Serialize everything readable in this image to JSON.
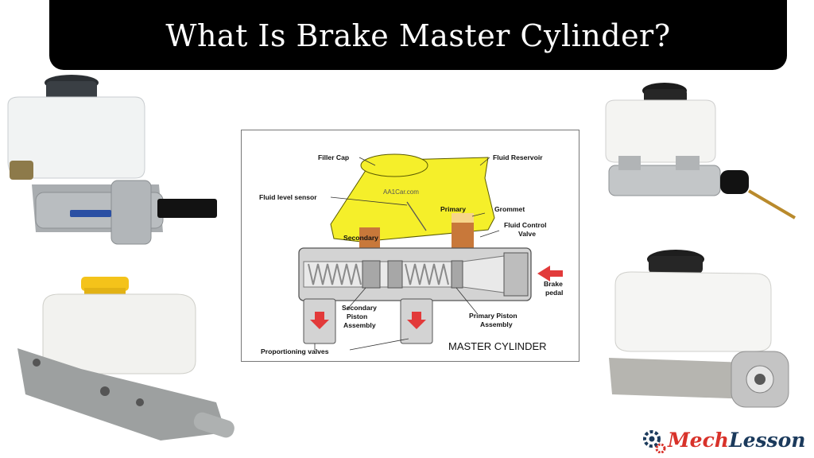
{
  "title": "What Is Brake Master Cylinder?",
  "diagram": {
    "labels": {
      "filler_cap": "Filler Cap",
      "fluid_reservoir": "Fluid Reservoir",
      "watermark": "AA1Car.com",
      "fluid_level_sensor": "Fluid level sensor",
      "primary": "Primary",
      "grommet": "Grommet",
      "fluid_control_valve_1": "Fluid Control",
      "fluid_control_valve_2": "Valve",
      "secondary": "Secondary",
      "brake_pedal_1": "Brake",
      "brake_pedal_2": "pedal",
      "secondary_piston_1": "Secondary",
      "secondary_piston_2": "Piston",
      "secondary_piston_3": "Assembly",
      "primary_piston_1": "Primary Piston",
      "primary_piston_2": "Assembly",
      "proportioning_valves": "Proportioning valves",
      "caption": "MASTER CYLINDER"
    },
    "colors": {
      "reservoir": "#f5ef2a",
      "body": "#d3d3d3",
      "spring": "#8a8a8a",
      "seal": "#c8783a",
      "arrow": "#e23a3a"
    }
  },
  "brand": {
    "prefix": "Mech",
    "suffix": "Lesson"
  }
}
